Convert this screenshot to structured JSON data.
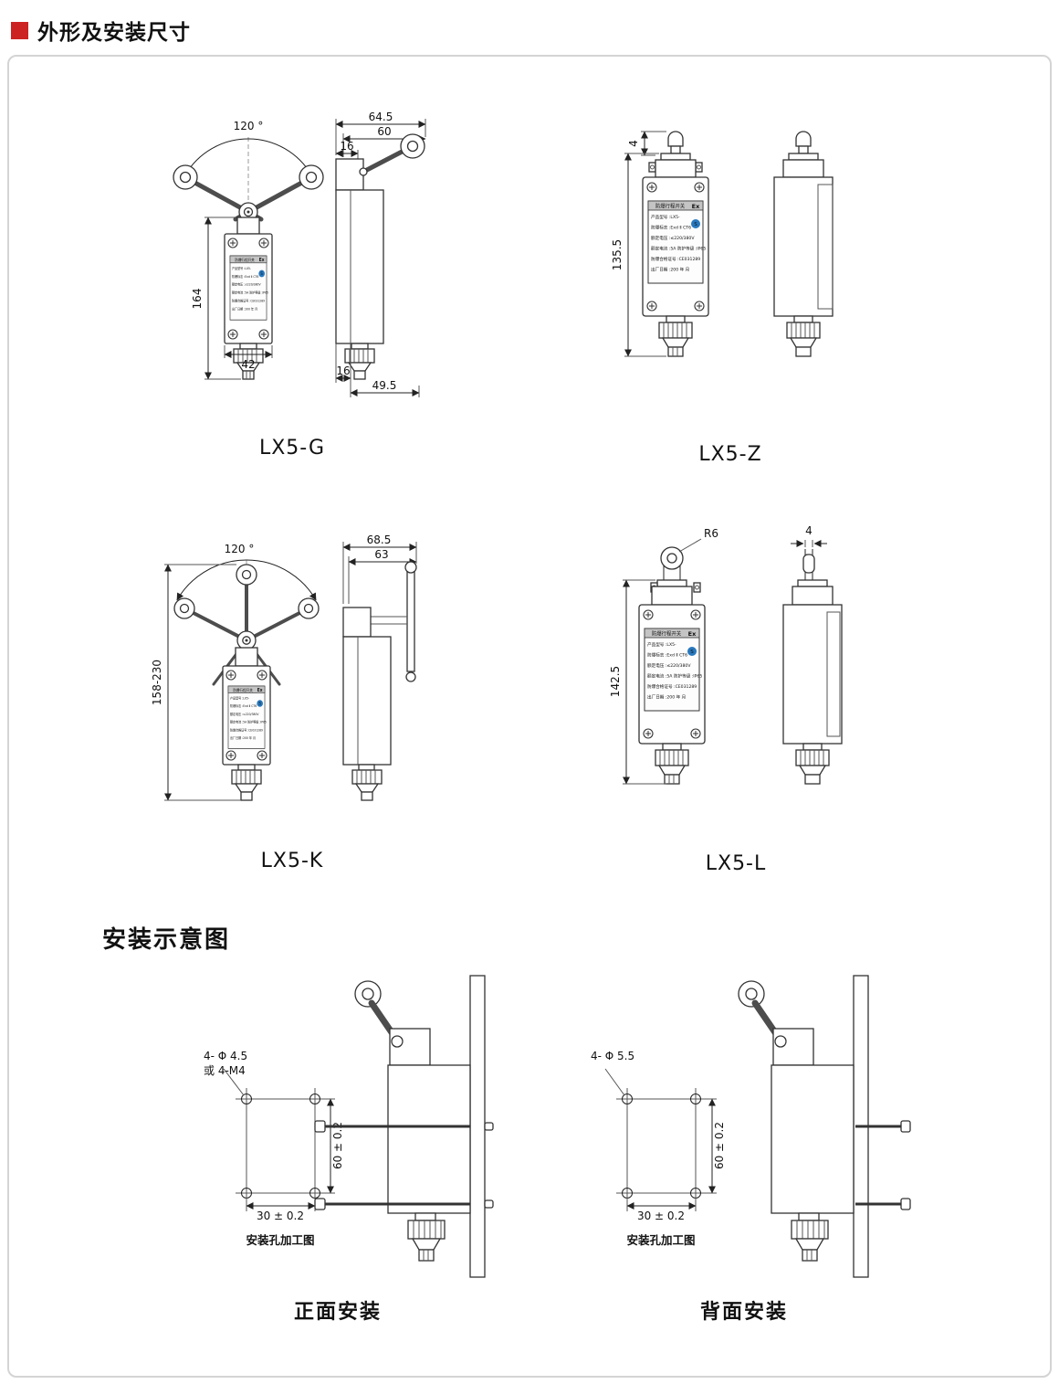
{
  "page": {
    "section_title": "外形及安装尺寸"
  },
  "models": {
    "g": {
      "name": "LX5-G",
      "dims": {
        "angle": "120 °",
        "top_width": "64.5",
        "lever_width": "60",
        "top_offset": "16",
        "height": "164",
        "body_width": "42",
        "bottom_offset": "16",
        "bottom_depth": "49.5"
      }
    },
    "z": {
      "name": "LX5-Z",
      "dims": {
        "travel": "4",
        "height": "135.5"
      }
    },
    "k": {
      "name": "LX5-K",
      "dims": {
        "angle": "120 °",
        "top_width": "68.5",
        "lever_width": "63",
        "height": "158-230"
      }
    },
    "l": {
      "name": "LX5-L",
      "dims": {
        "roller": "R6",
        "fork_width": "4",
        "height": "142.5"
      }
    }
  },
  "label_plate": {
    "title": "防爆行程开关",
    "ex_mark": "Ex",
    "lines": [
      "产品型号 :LX5-",
      "防爆标志 :Exd Ⅱ CT6",
      "额定电压 :≤220/380V",
      "额定电流 :5A 防护等级 :IP65",
      "防爆合格证号 :CE031289",
      "出厂日期 :200 年  月"
    ],
    "logo_letter": "S"
  },
  "installation": {
    "title": "安装示意图",
    "front": {
      "caption": "正面安装",
      "hole_label_line1": "4- Φ 4.5",
      "hole_label_line2": "或 4-M4",
      "dim_vertical": "60 ± 0.2",
      "dim_horizontal": "30 ± 0.2",
      "note": "安装孔加工图"
    },
    "back": {
      "caption": "背面安装",
      "hole_label_line1": "4- Φ 5.5",
      "dim_vertical": "60 ± 0.2",
      "dim_horizontal": "30 ± 0.2",
      "note": "安装孔加工图"
    }
  },
  "colors": {
    "accent_red": "#cc2222",
    "line": "#333333",
    "logo_blue": "#2878be"
  }
}
